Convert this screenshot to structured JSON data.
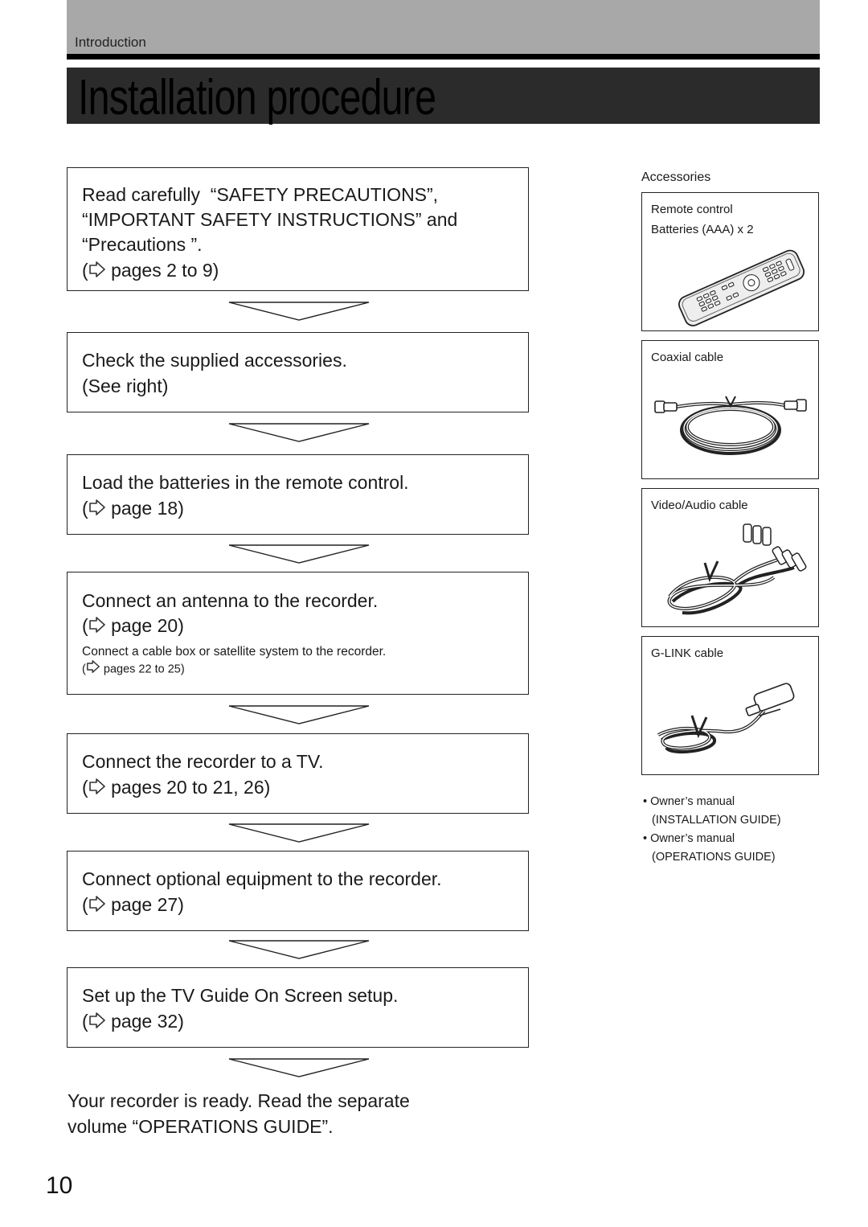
{
  "header": {
    "section": "Introduction",
    "title": "Installation procedure"
  },
  "steps": [
    {
      "lines": [
        "Read carefully  “SAFETY PRECAUTIONS”,",
        "“IMPORTANT SAFETY INSTRUCTIONS” and",
        "“Precautions ”."
      ],
      "ref": "pages 2 to 9"
    },
    {
      "lines": [
        "Check the supplied accessories.",
        "(See right)"
      ]
    },
    {
      "lines": [
        "Load the batteries in the remote control."
      ],
      "ref": "page 18"
    },
    {
      "lines": [
        "Connect an antenna to the recorder."
      ],
      "ref": "page 20",
      "sub_text": "Connect a cable box or satellite system to the recorder.",
      "sub_ref": "pages 22 to 25"
    },
    {
      "lines": [
        "Connect the recorder to a TV."
      ],
      "ref": "pages 20 to 21, 26"
    },
    {
      "lines": [
        "Connect optional equipment to the recorder."
      ],
      "ref": "page 27"
    },
    {
      "lines": [
        "Set up the TV Guide On Screen setup."
      ],
      "ref": "page 32"
    }
  ],
  "final_note": {
    "line1": "Your recorder is ready.  Read the separate",
    "line2": "volume “OPERATIONS GUIDE”."
  },
  "accessories": {
    "title": "Accessories",
    "items": [
      {
        "label_line1": "Remote control",
        "label_line2": "Batteries (AAA) x 2",
        "image": "remote-control-illustration"
      },
      {
        "label_line1": "Coaxial cable",
        "image": "coaxial-cable-illustration"
      },
      {
        "label_line1": "Video/Audio cable",
        "image": "video-audio-cable-illustration"
      },
      {
        "label_line1": "G-LINK cable",
        "image": "g-link-cable-illustration"
      }
    ],
    "manuals": [
      {
        "line1": "Owner’s manual",
        "line2": "(INSTALLATION GUIDE)"
      },
      {
        "line1": "Owner’s manual",
        "line2": "(OPERATIONS GUIDE)"
      }
    ]
  },
  "page_number": "10",
  "colors": {
    "header_bar": "#a8a8a8",
    "title_bar": "#2b2b2b",
    "rule": "#000000"
  },
  "icons": {
    "page_ref": "pointer-arrow-icon",
    "step_arrow": "down-arrow-icon",
    "bullet": "bullet-icon"
  }
}
